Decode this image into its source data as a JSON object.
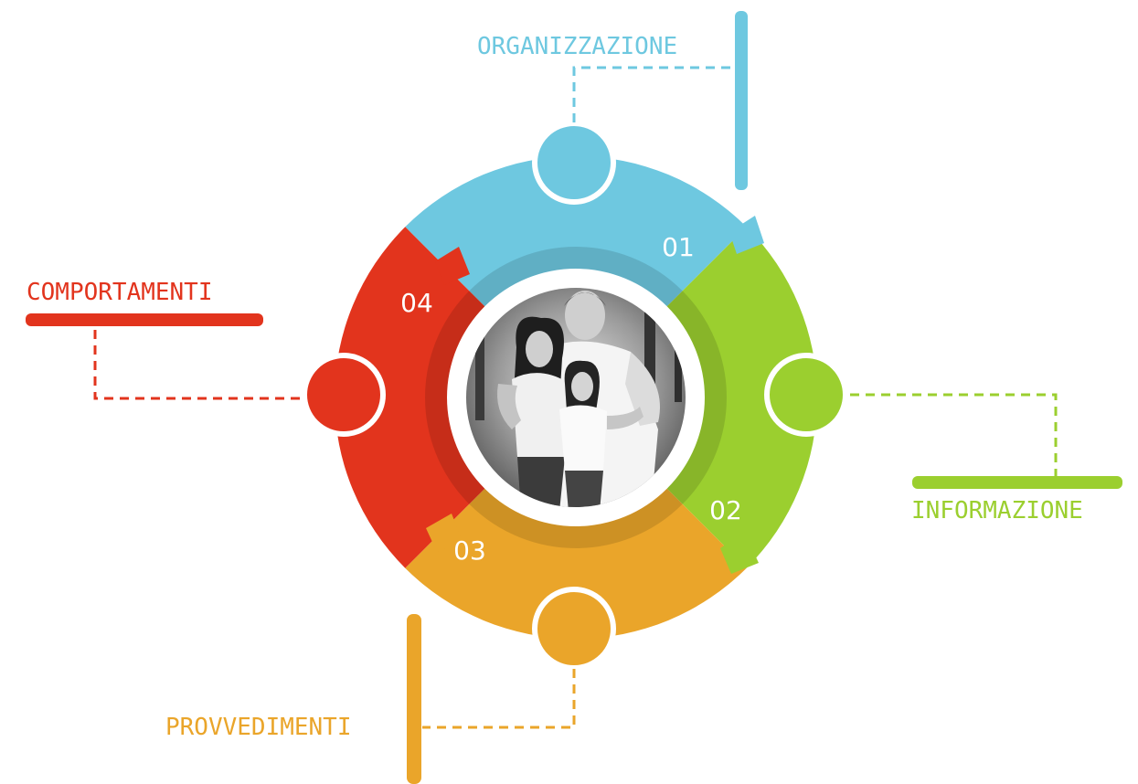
{
  "colors": {
    "blue": "#6ec8e0",
    "green": "#9bcf2f",
    "orange": "#eaa52a",
    "red": "#e2341d"
  },
  "segments": [
    {
      "number": "01",
      "label": "ORGANIZZAZIONE",
      "color": "#6ec8e0"
    },
    {
      "number": "02",
      "label": "INFORMAZIONE",
      "color": "#9bcf2f"
    },
    {
      "number": "03",
      "label": "PROVVEDIMENTI",
      "color": "#eaa52a"
    },
    {
      "number": "04",
      "label": "COMPORTAMENTI",
      "color": "#e2341d"
    }
  ],
  "center_photo": {
    "icon": "family-photo-icon"
  }
}
